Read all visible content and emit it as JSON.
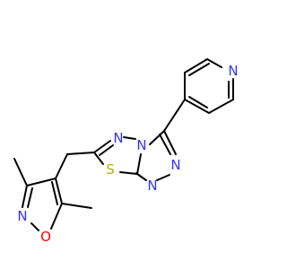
{
  "molecule": {
    "atoms": [
      {
        "id": "N_pyridine",
        "label": "N",
        "color": "#3333ff"
      },
      {
        "id": "N_thiadiazole",
        "label": "N",
        "color": "#3333ff"
      },
      {
        "id": "N_bridge",
        "label": "N",
        "color": "#3333ff"
      },
      {
        "id": "N_triazole_a",
        "label": "N",
        "color": "#3333ff"
      },
      {
        "id": "N_triazole_b",
        "label": "N",
        "color": "#3333ff"
      },
      {
        "id": "S_thiadiazole",
        "label": "S",
        "color": "#b2b200"
      },
      {
        "id": "N_isoxazole",
        "label": "N",
        "color": "#3333ff"
      },
      {
        "id": "O_isoxazole",
        "label": "O",
        "color": "#ff0000"
      }
    ]
  },
  "colors": {
    "bond": "#000000",
    "nitrogen": "#3333ff",
    "oxygen": "#ff0000",
    "sulfur": "#b2b200"
  }
}
